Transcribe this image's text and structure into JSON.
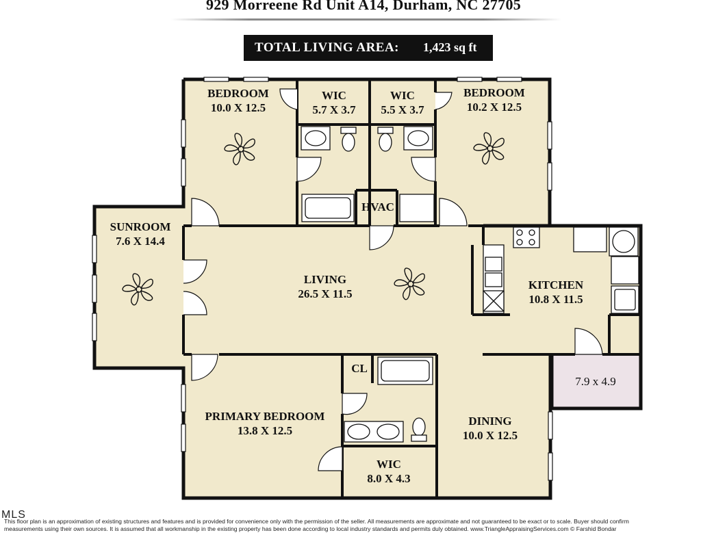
{
  "header": {
    "address": "929 Morreene Rd Unit A14, Durham, NC 27705",
    "total_label": "TOTAL LIVING AREA:",
    "total_value": "1,423 sq ft"
  },
  "rooms": {
    "bedroom_left": {
      "name": "BEDROOM",
      "dims": "10.0 X 12.5"
    },
    "wic_left": {
      "name": "WIC",
      "dims": "5.7 X 3.7"
    },
    "wic_right": {
      "name": "WIC",
      "dims": "5.5 X 3.7"
    },
    "bedroom_right": {
      "name": "BEDROOM",
      "dims": "10.2 X 12.5"
    },
    "hvac": {
      "name": "HVAC"
    },
    "sunroom": {
      "name": "SUNROOM",
      "dims": "7.6 X 14.4"
    },
    "living": {
      "name": "LIVING",
      "dims": "26.5 X 11.5"
    },
    "kitchen": {
      "name": "KITCHEN",
      "dims": "10.8 X 11.5"
    },
    "storage": {
      "dims": "7.9 x 4.9"
    },
    "closet": {
      "name": "CL"
    },
    "primary_bedroom": {
      "name": "PRIMARY BEDROOM",
      "dims": "13.8 X 12.5"
    },
    "dining": {
      "name": "DINING",
      "dims": "10.0 X 12.5"
    },
    "wic_primary": {
      "name": "WIC",
      "dims": "8.0 X 4.3"
    }
  },
  "colors": {
    "floor": "#f1e9cc",
    "wall": "#111111",
    "storage_floor": "#ede3e8"
  },
  "icons": [
    "ceiling-fan-icon",
    "sink-icon",
    "toilet-icon",
    "bathtub-icon",
    "door-swing-icon",
    "stove-icon",
    "refrigerator-icon",
    "washer-icon",
    "dryer-icon"
  ],
  "footer": {
    "logo": "MLS",
    "line1": "This floor plan is an approximation of existing structures and features and is provided for convenience only with the permission of the seller.  All measurements are approximate and not guaranteed to be exact or to scale.  Buyer should confirm",
    "line2": "measurements using their own sources.  It is assumed that all workmanship in the existing property has been done according to local industry standards and permits duly obtained.        www.TriangleAppraisingServices.com        © Farshid Bondar"
  }
}
